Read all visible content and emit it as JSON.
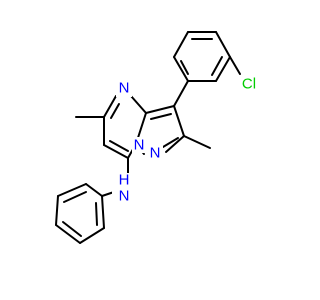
{
  "molecule": {
    "atoms": {
      "n_pyrimidine": {
        "text": "N",
        "color": "#0000ff"
      },
      "n_bridge": {
        "text": "N",
        "color": "#0000ff"
      },
      "n_pyrazole": {
        "text": "N",
        "color": "#0000ff"
      },
      "nh_amine_n": {
        "text": "N",
        "color": "#0000ff"
      },
      "nh_amine_h": {
        "text": "H",
        "color": "#0000ff"
      },
      "cl": {
        "text": "Cl",
        "color": "#00cc00"
      }
    }
  }
}
